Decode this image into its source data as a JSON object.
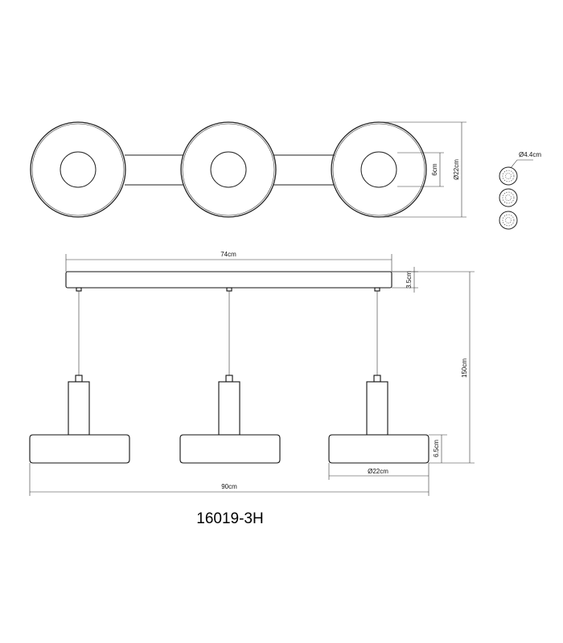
{
  "dimensions": {
    "inner_diameter": "6cm",
    "shade_diameter_top": "Ø22cm",
    "bulb_diameter": "Ø4.4cm",
    "canopy_length": "74cm",
    "canopy_height": "3.5cm",
    "total_height": "150cm",
    "shade_height": "6.5cm",
    "shade_diameter_front": "Ø22cm",
    "total_width": "90cm"
  },
  "model_number": "16019-3H"
}
